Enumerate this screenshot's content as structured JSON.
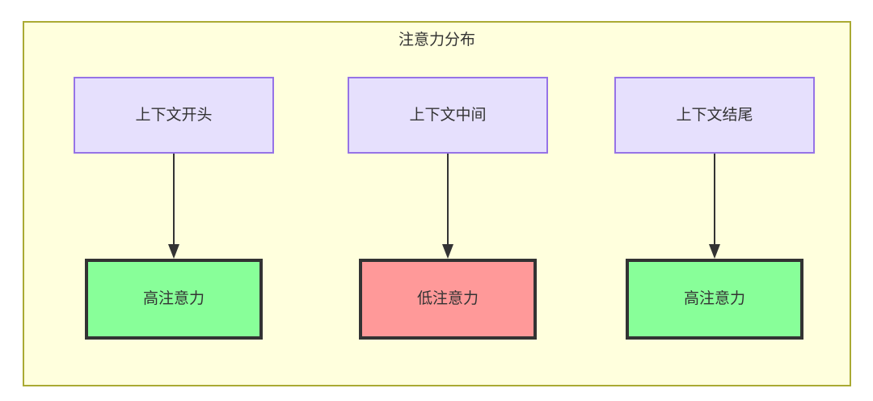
{
  "diagram": {
    "title": "注意力分布",
    "container": {
      "background_color": "#ffffdd",
      "border_color": "#aaaa33"
    },
    "context_nodes": [
      {
        "label": "上下文开头",
        "fill_color": "#e6e0fd",
        "border_color": "#9673e6"
      },
      {
        "label": "上下文中间",
        "fill_color": "#e6e0fd",
        "border_color": "#9673e6"
      },
      {
        "label": "上下文结尾",
        "fill_color": "#e6e0fd",
        "border_color": "#9673e6"
      }
    ],
    "attention_nodes": [
      {
        "label": "高注意力",
        "fill_color": "#88ff99",
        "border_color": "#333333"
      },
      {
        "label": "低注意力",
        "fill_color": "#ff9999",
        "border_color": "#333333"
      },
      {
        "label": "高注意力",
        "fill_color": "#88ff99",
        "border_color": "#333333"
      }
    ],
    "edges": [
      {
        "from": "上下文开头",
        "to": "高注意力",
        "color": "#333333"
      },
      {
        "from": "上下文中间",
        "to": "低注意力",
        "color": "#333333"
      },
      {
        "from": "上下文结尾",
        "to": "高注意力",
        "color": "#333333"
      }
    ]
  }
}
